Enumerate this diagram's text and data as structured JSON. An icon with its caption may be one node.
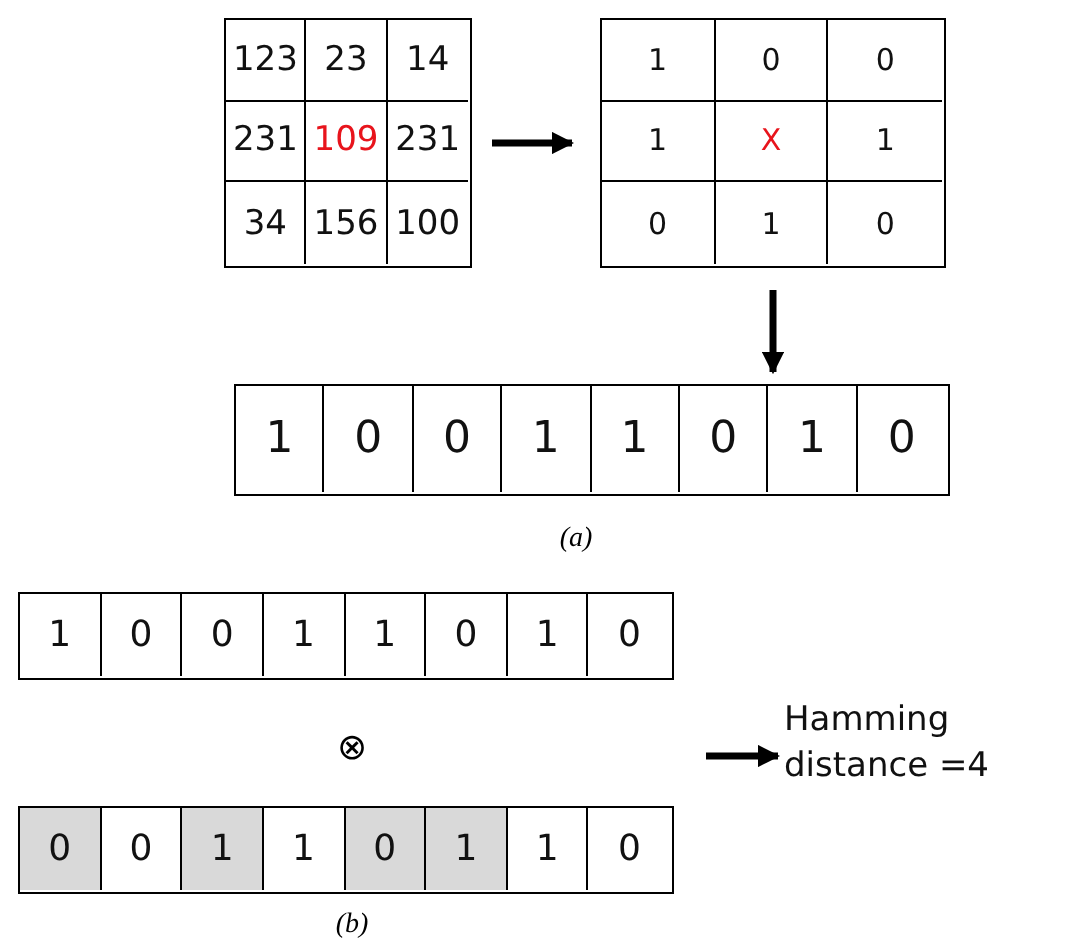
{
  "diagram": {
    "nodes": [
      {
        "text": [],
        "shape": "box"
      },
      {
        "text": [
          "123"
        ],
        "in": 0
      },
      {
        "text": [
          "23"
        ],
        "in": 0
      },
      {
        "text": [
          "14"
        ],
        "in": 0
      },
      {
        "text": [
          "231"
        ],
        "in": 0
      },
      {
        "text": [
          "109"
        ],
        "in": 0
      },
      {
        "text": [
          "231"
        ],
        "in": 0
      },
      {
        "text": [
          "34"
        ],
        "in": 0
      },
      {
        "text": [
          "156"
        ],
        "in": 0
      },
      {
        "text": [
          "100"
        ],
        "in": 0
      },
      {
        "text": [],
        "shape": "box"
      },
      {
        "text": [
          "1"
        ],
        "in": 10
      },
      {
        "text": [
          "0"
        ],
        "in": 10
      },
      {
        "text": [
          "0"
        ],
        "in": 10
      },
      {
        "text": [
          "1"
        ],
        "in": 10
      },
      {
        "text": [
          "X"
        ],
        "in": 10
      },
      {
        "text": [
          "1"
        ],
        "in": 10
      },
      {
        "text": [
          "0"
        ],
        "in": 10
      },
      {
        "text": [
          "1"
        ],
        "in": 10
      },
      {
        "text": [
          "0"
        ],
        "in": 10
      },
      {
        "text": [],
        "shape": "box"
      },
      {
        "text": [
          "1"
        ],
        "in": 20
      },
      {
        "text": [
          "0"
        ],
        "in": 20
      },
      {
        "text": [
          "0"
        ],
        "in": 20
      },
      {
        "text": [
          "1"
        ],
        "in": 20
      },
      {
        "text": [
          "1"
        ],
        "in": 20
      },
      {
        "text": [
          "0"
        ],
        "in": 20
      },
      {
        "text": [
          "1"
        ],
        "in": 20
      },
      {
        "text": [
          "0"
        ],
        "in": 20
      },
      {
        "text": [],
        "shape": "box"
      },
      {
        "text": [
          "1"
        ],
        "in": 29
      },
      {
        "text": [
          "0"
        ],
        "in": 29
      },
      {
        "text": [
          "0"
        ],
        "in": 29
      },
      {
        "text": [
          "1"
        ],
        "in": 29
      },
      {
        "text": [
          "1"
        ],
        "in": 29
      },
      {
        "text": [
          "0"
        ],
        "in": 29
      },
      {
        "text": [
          "1"
        ],
        "in": 29
      },
      {
        "text": [
          "0"
        ],
        "in": 29
      },
      {
        "text": [],
        "shape": "box"
      },
      {
        "text": [
          "0"
        ],
        "in": 38
      },
      {
        "text": [
          "0"
        ],
        "in": 38
      },
      {
        "text": [
          "1"
        ],
        "in": 38
      },
      {
        "text": [
          "1"
        ],
        "in": 38
      },
      {
        "text": [
          "0"
        ],
        "in": 38
      },
      {
        "text": [
          "1"
        ],
        "in": 38
      },
      {
        "text": [
          "1"
        ],
        "in": 38
      },
      {
        "text": [
          "0"
        ],
        "in": 38
      },
      {
        "text": [
          "Hamming distance =4"
        ]
      }
    ],
    "edges": [
      {
        "from": 0,
        "to": 10,
        "arrow": "to"
      },
      {
        "from": 10,
        "to": 20,
        "arrow": "to"
      },
      {
        "from": null,
        "to": 47,
        "arrow": "to"
      }
    ],
    "labels": [
      "(a)",
      "⊗",
      "(b)"
    ]
  }
}
